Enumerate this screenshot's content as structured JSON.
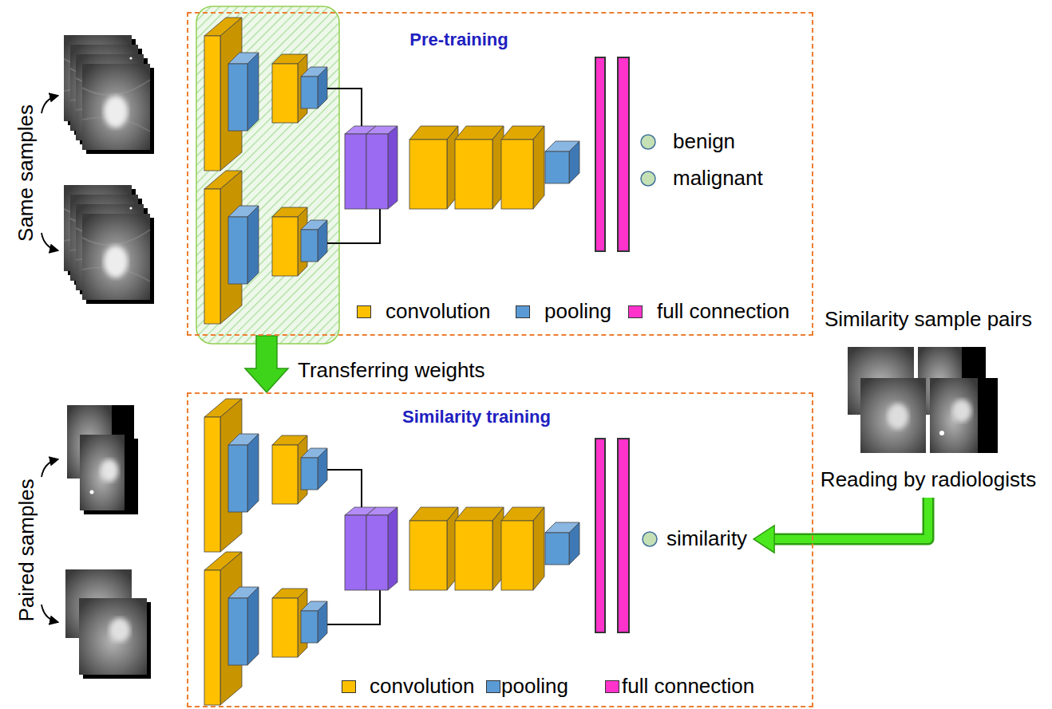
{
  "diagram": {
    "nodes": [
      {
        "text": [
          "Pre-training"
        ]
      },
      {
        "text": [
          "benign"
        ],
        "in": 0
      },
      {
        "text": [
          "malignant"
        ],
        "in": 0
      },
      {
        "text": [
          "Similarity training"
        ]
      },
      {
        "text": [
          "similarity"
        ],
        "in": 3
      },
      {
        "text": [
          "Similarity sample pairs",
          "Reading by radiologists"
        ]
      }
    ],
    "edges": [
      {
        "from": 0,
        "to": 3,
        "label": "Transferring weights",
        "arrow": "to"
      },
      {
        "from": 5,
        "to": 4,
        "arrow": "to"
      }
    ],
    "labels": [
      "Same samples",
      "Paired samples"
    ],
    "legend": [
      {
        "text": "convolution",
        "color": "#FFC000"
      },
      {
        "text": "pooling",
        "color": "#5B9BD5"
      },
      {
        "text": "full connection",
        "color": "#FF33CC"
      },
      {
        "text": "convolution",
        "color": "#FFC000"
      },
      {
        "text": "pooling",
        "color": "#5B9BD5"
      },
      {
        "text": "full connection",
        "color": "#FF33CC"
      }
    ]
  }
}
